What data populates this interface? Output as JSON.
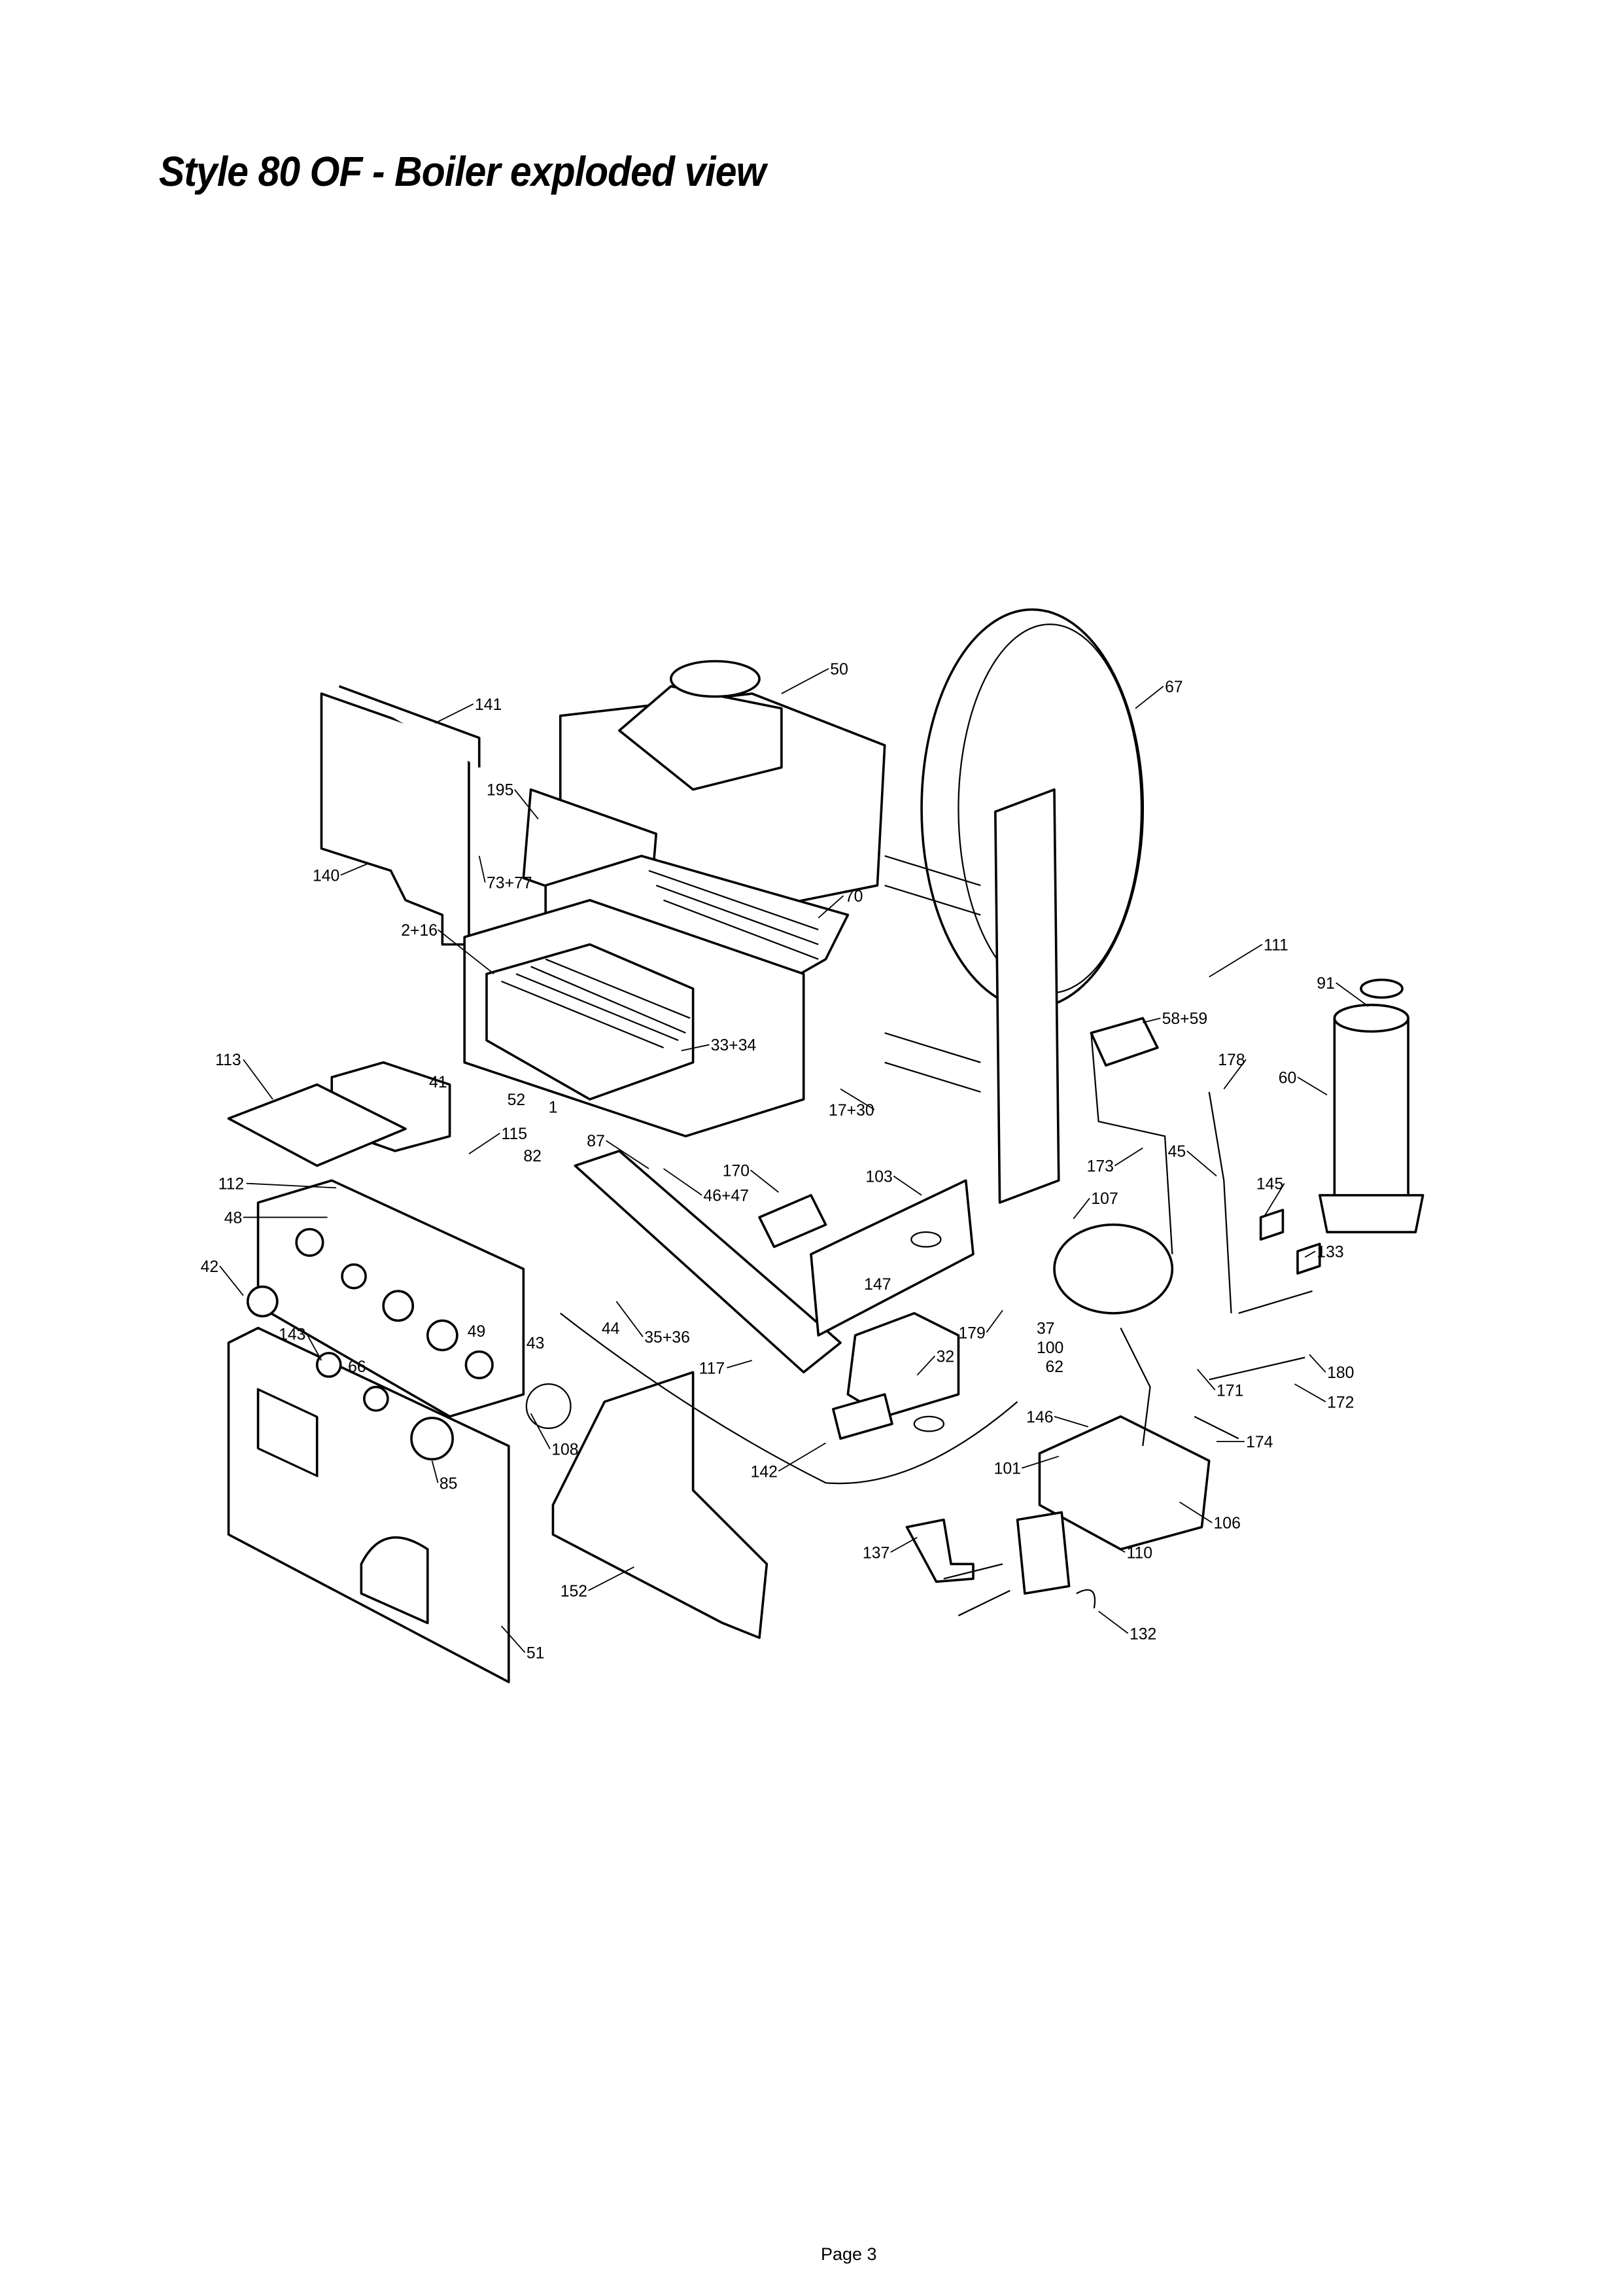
{
  "title": "Style 80 OF - Boiler exploded view",
  "page": "Page 3",
  "part_labels": [
    "50",
    "67",
    "141",
    "195",
    "140",
    "73+77",
    "2+16",
    "70",
    "111",
    "91",
    "58+59",
    "113",
    "41",
    "52",
    "1",
    "33+34",
    "178",
    "60",
    "17+30",
    "115",
    "82",
    "87",
    "112",
    "48",
    "46+47",
    "170",
    "103",
    "173",
    "45",
    "145",
    "107",
    "133",
    "42",
    "49",
    "43",
    "44",
    "35+36",
    "147",
    "179",
    "37",
    "100",
    "62",
    "143",
    "66",
    "117",
    "32",
    "171",
    "180",
    "172",
    "108",
    "146",
    "174",
    "85",
    "142",
    "101",
    "106",
    "137",
    "110",
    "152",
    "51",
    "132"
  ]
}
